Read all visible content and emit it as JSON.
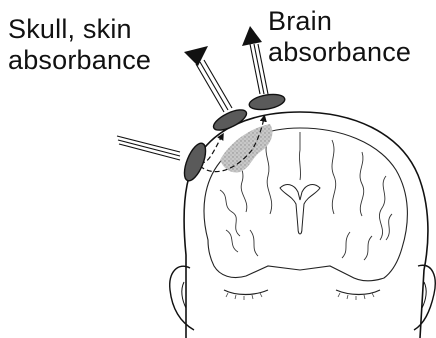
{
  "labels": {
    "skull_skin": {
      "line1": "Skull, skin",
      "line2": "absorbance"
    },
    "brain": {
      "line1": "Brain",
      "line2": "absorbance"
    }
  },
  "colors": {
    "ink": "#111111",
    "skin_fill": "#ffffff",
    "sensor_fill": "#5a5a5a",
    "absorbance_region": "#bdbdbd"
  }
}
